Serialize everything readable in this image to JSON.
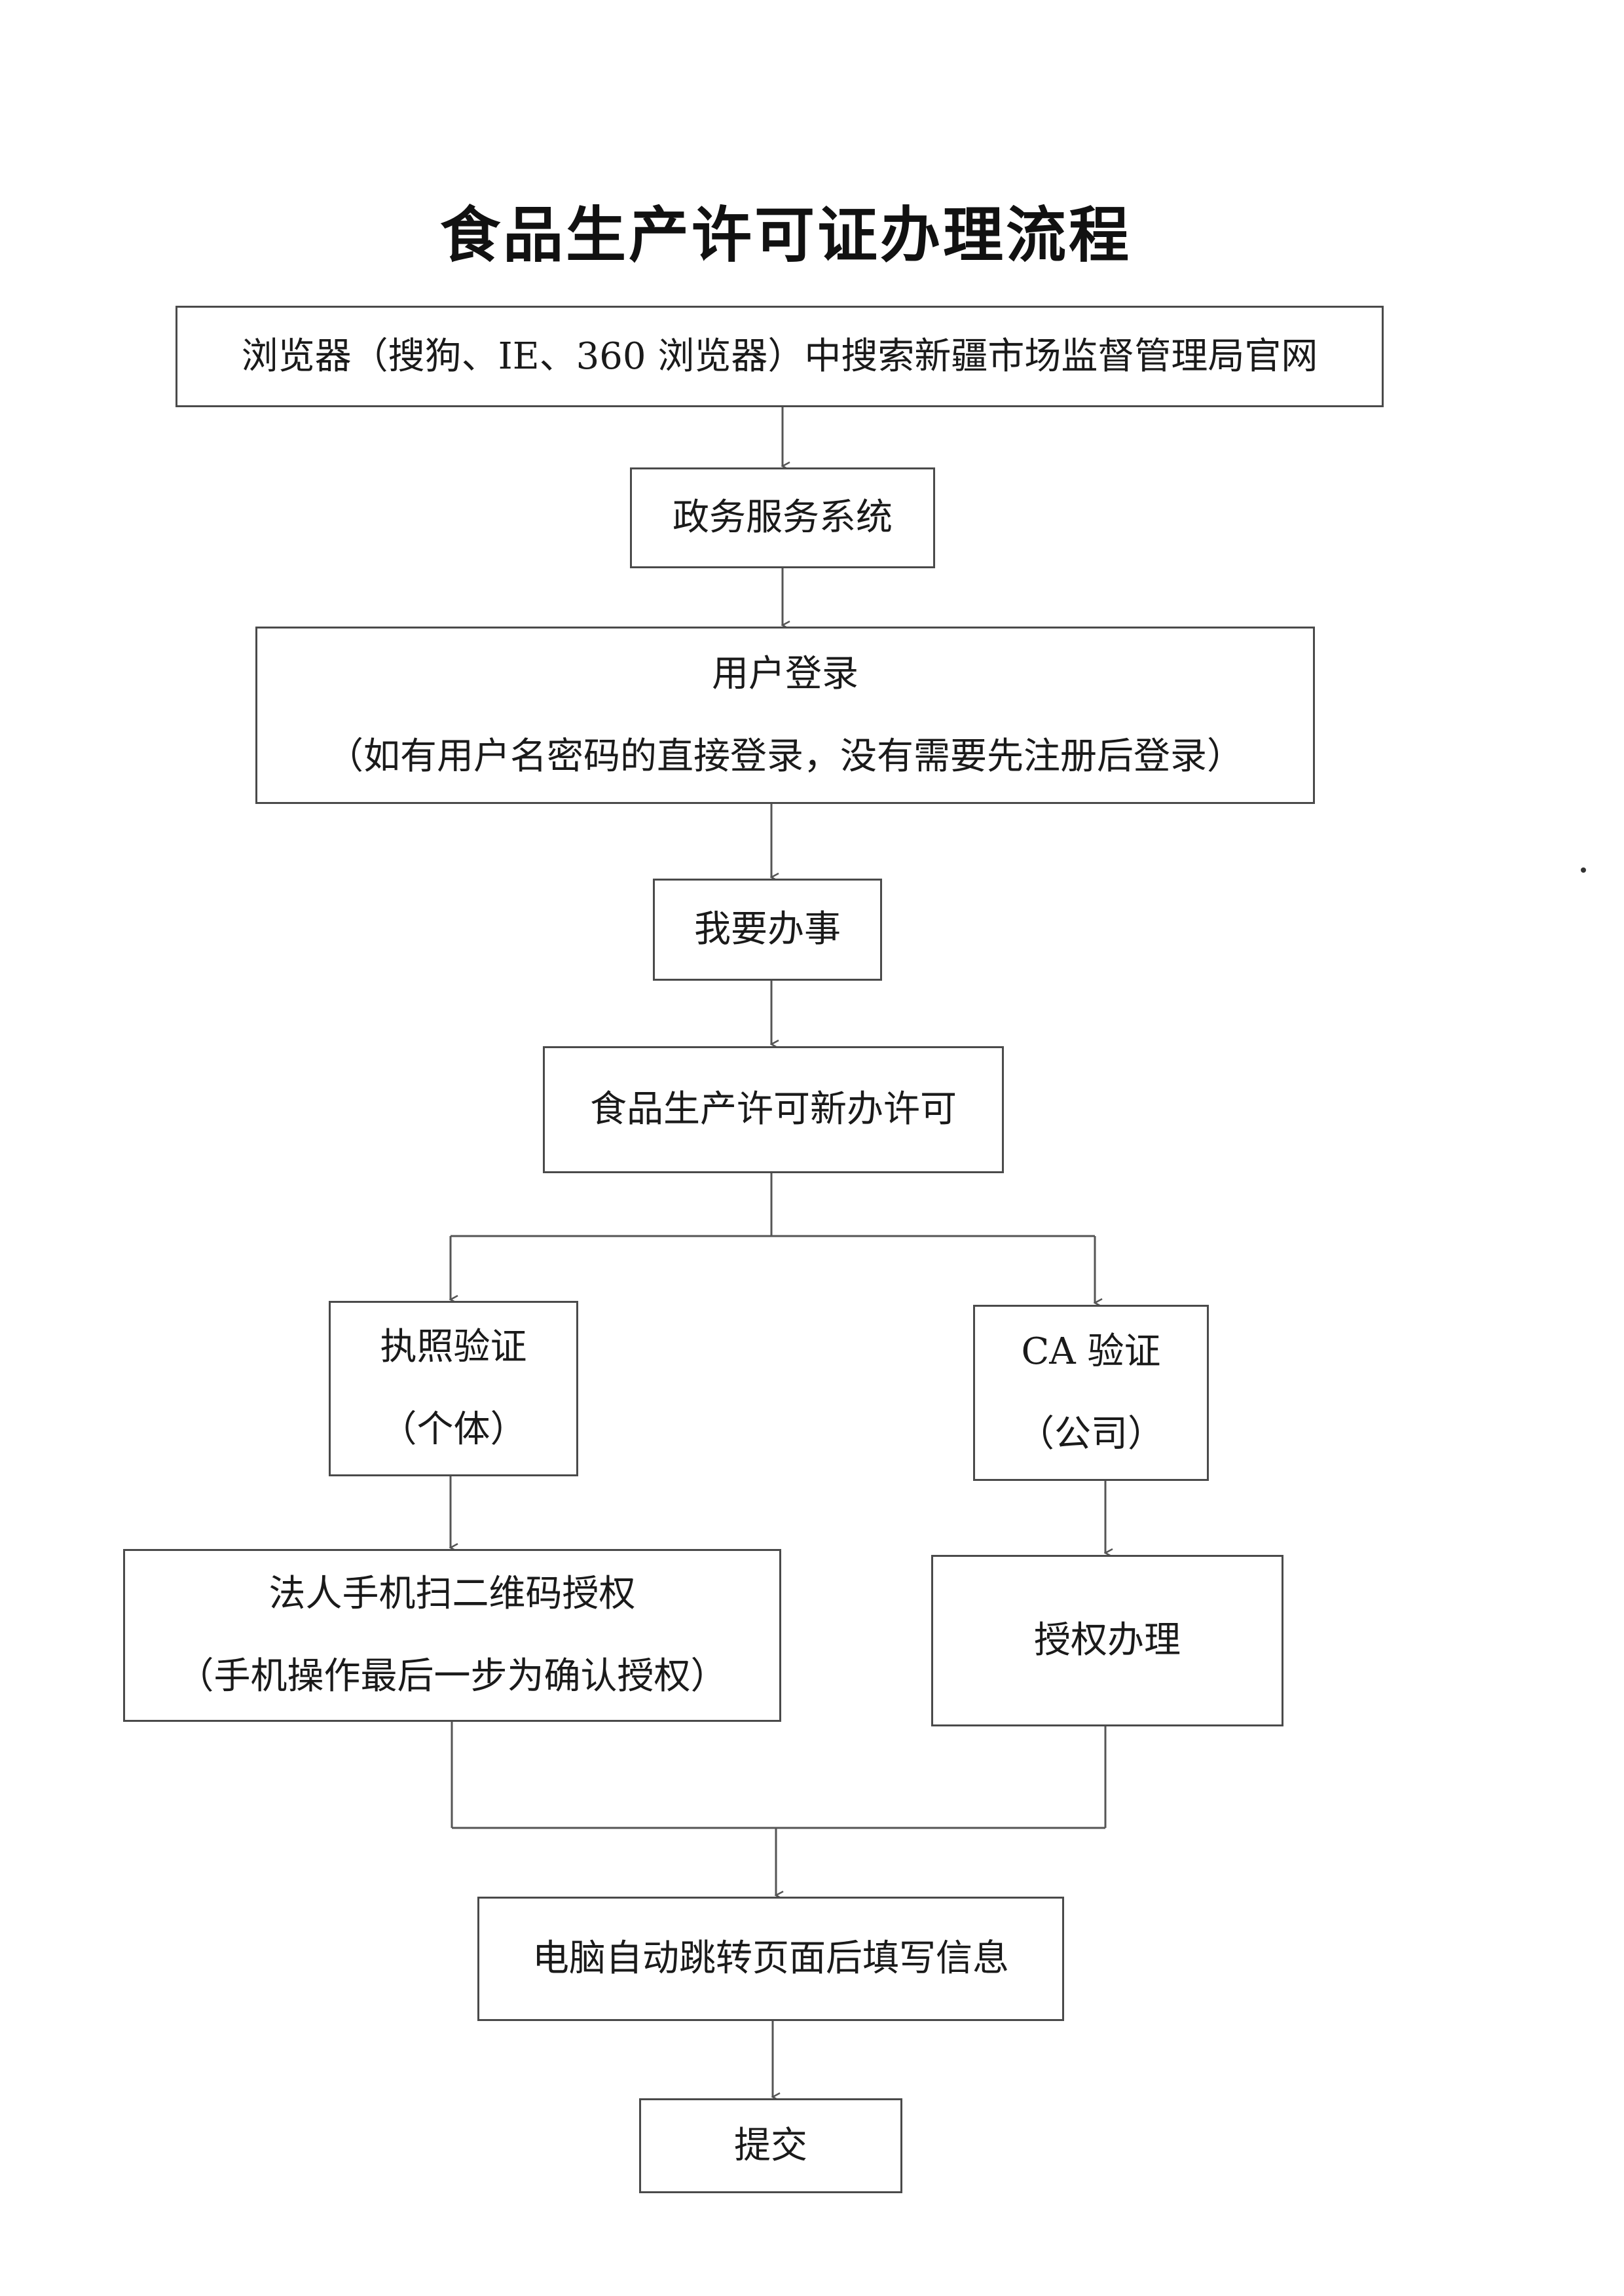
{
  "title": "食品生产许可证办理流程",
  "steps": {
    "browser": {
      "text": "浏览器（搜狗、IE、360 浏览器）中搜索新疆市场监督管理局官网"
    },
    "gov_system": {
      "text": "政务服务系统"
    },
    "login": {
      "line1": "用户登录",
      "line2": "（如有用户名密码的直接登录，没有需要先注册后登录）"
    },
    "services": {
      "text": "我要办事"
    },
    "new_permit": {
      "text": "食品生产许可新办许可"
    },
    "license_verify": {
      "line1": "执照验证",
      "line2": "（个体）"
    },
    "ca_verify": {
      "line1": "CA 验证",
      "line2": "（公司）"
    },
    "qr_auth": {
      "line1": "法人手机扫二维码授权",
      "line2": "（手机操作最后一步为确认授权）"
    },
    "auth_process": {
      "text": "授权办理"
    },
    "fill_info": {
      "text": "电脑自动跳转页面后填写信息"
    },
    "submit": {
      "text": "提交"
    }
  },
  "colors": {
    "line": "#555555",
    "border": "#4a4a4a",
    "text": "#1a1a1a"
  }
}
